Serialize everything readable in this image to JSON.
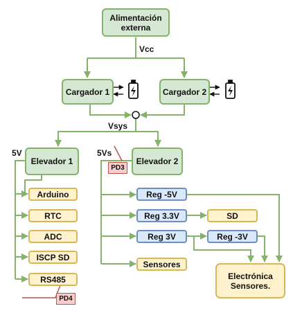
{
  "nodes": {
    "power": "Alimentación externa",
    "charger1": "Cargador 1",
    "charger2": "Cargador 2",
    "booster1": "Elevador 1",
    "booster2": "Elevador 2",
    "arduino": "Arduino",
    "rtc": "RTC",
    "adc": "ADC",
    "iscp_sd": "ISCP SD",
    "rs485": "RS485",
    "reg_m5": "Reg -5V",
    "reg_33": "Reg 3.3V",
    "reg_3": "Reg 3V",
    "reg_m3": "Reg -3V",
    "sd": "SD",
    "sensors": "Sensores",
    "electronics": "Electrónica Sensores.",
    "pd3": "PD3",
    "pd4": "PD4"
  },
  "labels": {
    "vcc": "Vcc",
    "vsys": "Vsys",
    "v5": "5V",
    "v5s": "5Vs"
  },
  "icons": [
    "battery-charging-icon",
    "battery-charging-icon"
  ],
  "colors": {
    "green_fill": "#d5e8d4",
    "green_stroke": "#82b366",
    "yellow_fill": "#fff2cc",
    "yellow_stroke": "#d6b656",
    "blue_fill": "#dae8fc",
    "blue_stroke": "#6c8ebf",
    "red_fill": "#f8cecc",
    "red_stroke": "#b85450"
  }
}
